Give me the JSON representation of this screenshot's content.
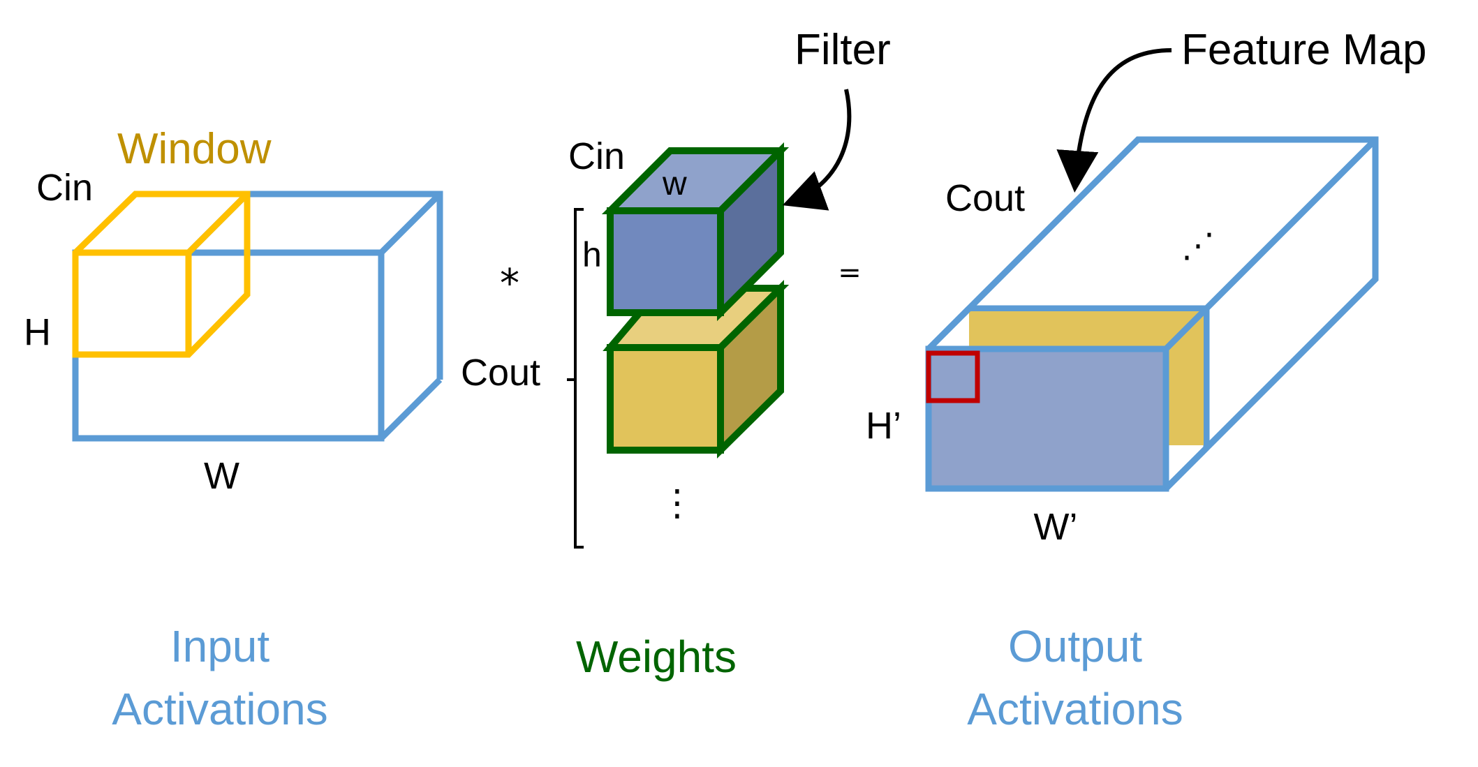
{
  "input": {
    "label_cin": "Cin",
    "label_window": "Window",
    "label_h": "H",
    "label_w": "W",
    "caption_line1": "Input",
    "caption_line2": "Activations"
  },
  "operators": {
    "convolve": "*",
    "equals": "="
  },
  "weights": {
    "label_cin": "Cin",
    "label_w": "w",
    "label_h": "h",
    "label_cout": "Cout",
    "ellipsis": "⋮",
    "caption": "Weights"
  },
  "output": {
    "label_cout": "Cout",
    "label_h": "H’",
    "label_w": "W’",
    "ellipsis": "⋰",
    "caption_line1": "Output",
    "caption_line2": "Activations"
  },
  "callouts": {
    "filter": "Filter",
    "feature_map": "Feature Map"
  },
  "colors": {
    "blue_stroke": "#5B9BD5",
    "yellow_stroke": "#FFC000",
    "window_text": "#BF9000",
    "green_stroke": "#006400",
    "blue_fill_front": "#7189BE",
    "blue_fill_top": "#8FA2CB",
    "blue_fill_side": "#5B6F9C",
    "gold_fill_front": "#E1C35B",
    "gold_fill_top": "#E8CF7E",
    "gold_fill_side": "#B49C47",
    "output_fill": "#8FA2CB",
    "red_stroke": "#C00000",
    "caption_blue": "#5B9BD5",
    "caption_green": "#006400"
  }
}
